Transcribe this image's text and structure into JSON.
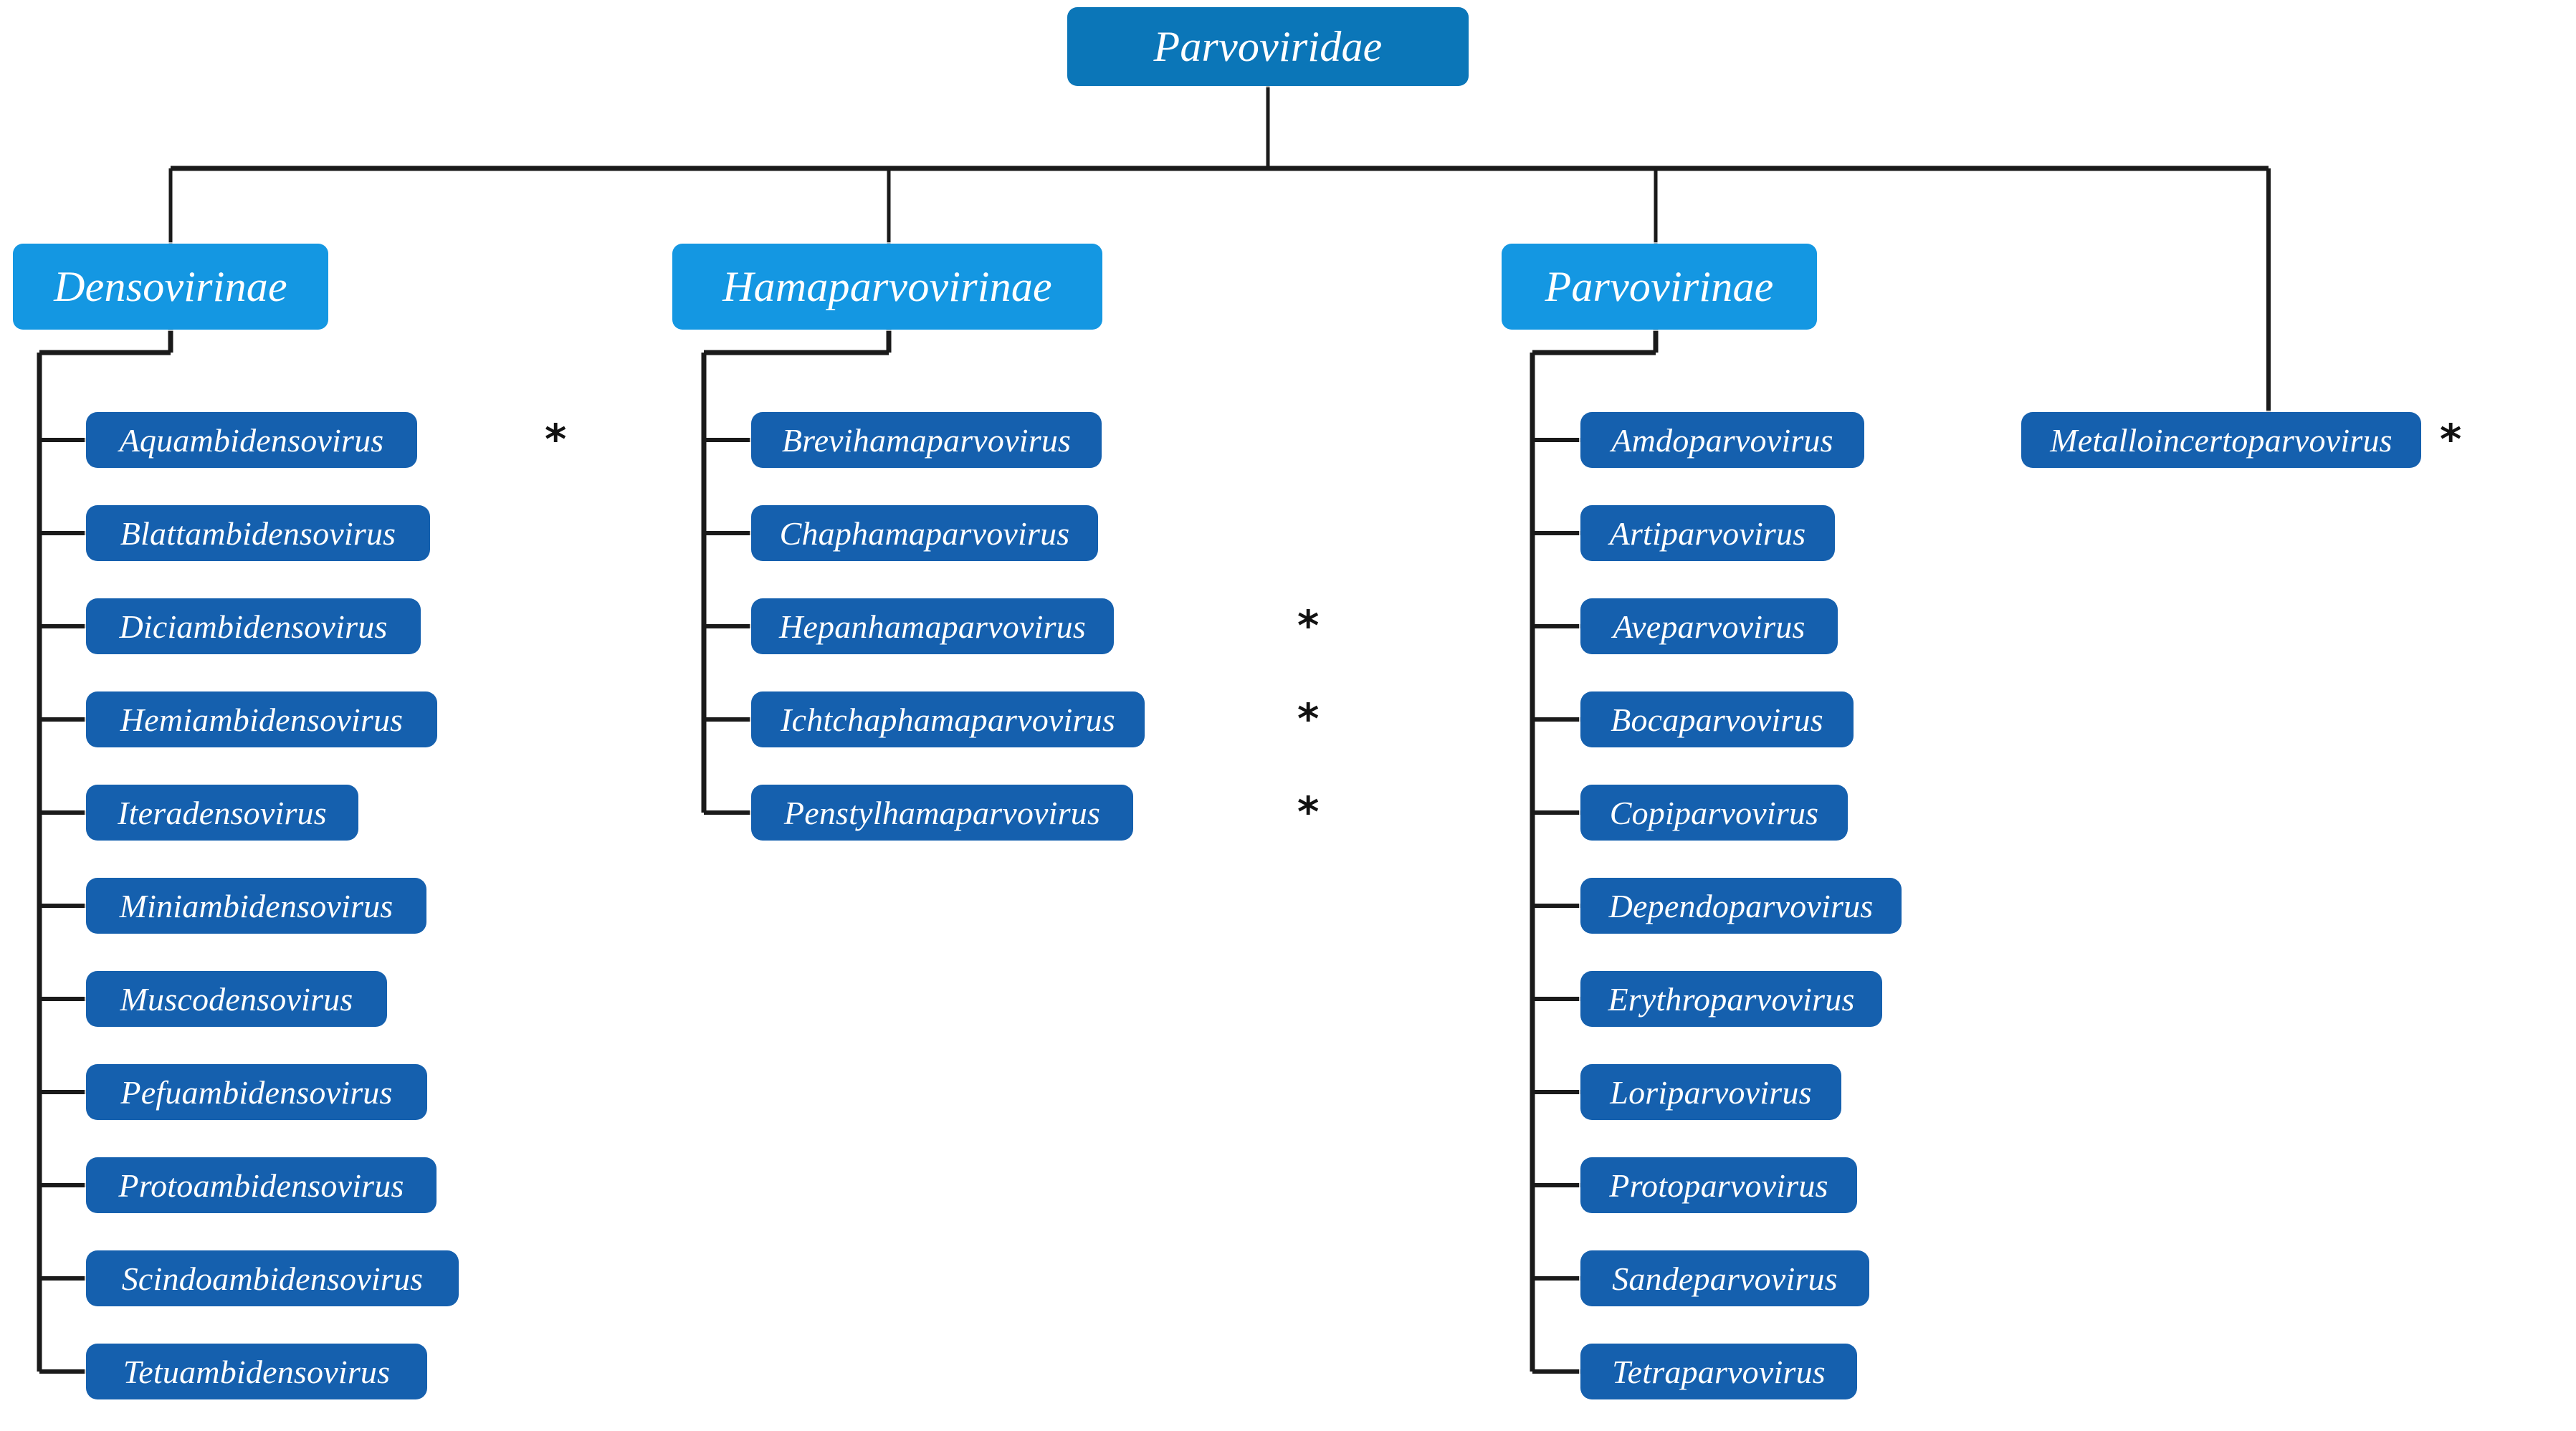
{
  "diagram": {
    "title": "Parvoviridae taxonomy tree",
    "colors": {
      "family_fill": "#0B76B8",
      "subfamily_fill": "#1497E2",
      "genus_fill": "#1560AE",
      "connector": "#1a1a1a",
      "text": "#ffffff",
      "background": "#ffffff",
      "asterisk": "#121212"
    },
    "marker": {
      "glyph": "*",
      "meaning": "asterisk annotation"
    }
  },
  "family": {
    "label": "Parvoviridae"
  },
  "subfamilies": [
    {
      "label": "Densovirinae",
      "genera": [
        {
          "label": "Aquambidensovirus",
          "asterisk": true
        },
        {
          "label": "Blattambidensovirus",
          "asterisk": false
        },
        {
          "label": "Diciambidensovirus",
          "asterisk": false
        },
        {
          "label": "Hemiambidensovirus",
          "asterisk": false
        },
        {
          "label": "Iteradensovirus",
          "asterisk": false
        },
        {
          "label": "Miniambidensovirus",
          "asterisk": false
        },
        {
          "label": "Muscodensovirus",
          "asterisk": false
        },
        {
          "label": "Pefuambidensovirus",
          "asterisk": false
        },
        {
          "label": "Protoambidensovirus",
          "asterisk": false
        },
        {
          "label": "Scindoambidensovirus",
          "asterisk": false
        },
        {
          "label": "Tetuambidensovirus",
          "asterisk": false
        }
      ]
    },
    {
      "label": "Hamaparvovirinae",
      "genera": [
        {
          "label": "Brevihamaparvovirus",
          "asterisk": false
        },
        {
          "label": "Chaphamaparvovirus",
          "asterisk": false
        },
        {
          "label": "Hepanhamaparvovirus",
          "asterisk": true
        },
        {
          "label": "Ichtchaphamaparvovirus",
          "asterisk": true
        },
        {
          "label": "Penstylhamaparvovirus",
          "asterisk": true
        }
      ]
    },
    {
      "label": "Parvovirinae",
      "genera": [
        {
          "label": "Amdoparvovirus",
          "asterisk": false
        },
        {
          "label": "Artiparvovirus",
          "asterisk": false
        },
        {
          "label": "Aveparvovirus",
          "asterisk": false
        },
        {
          "label": "Bocaparvovirus",
          "asterisk": false
        },
        {
          "label": "Copiparvovirus",
          "asterisk": false
        },
        {
          "label": "Dependoparvovirus",
          "asterisk": false
        },
        {
          "label": "Erythroparvovirus",
          "asterisk": false
        },
        {
          "label": "Loriparvovirus",
          "asterisk": false
        },
        {
          "label": "Protoparvovirus",
          "asterisk": false
        },
        {
          "label": "Sandeparvovirus",
          "asterisk": false
        },
        {
          "label": "Tetraparvovirus",
          "asterisk": false
        }
      ]
    }
  ],
  "unassigned_genera": [
    {
      "label": "Metalloincertoparvovirus",
      "asterisk": true
    }
  ]
}
